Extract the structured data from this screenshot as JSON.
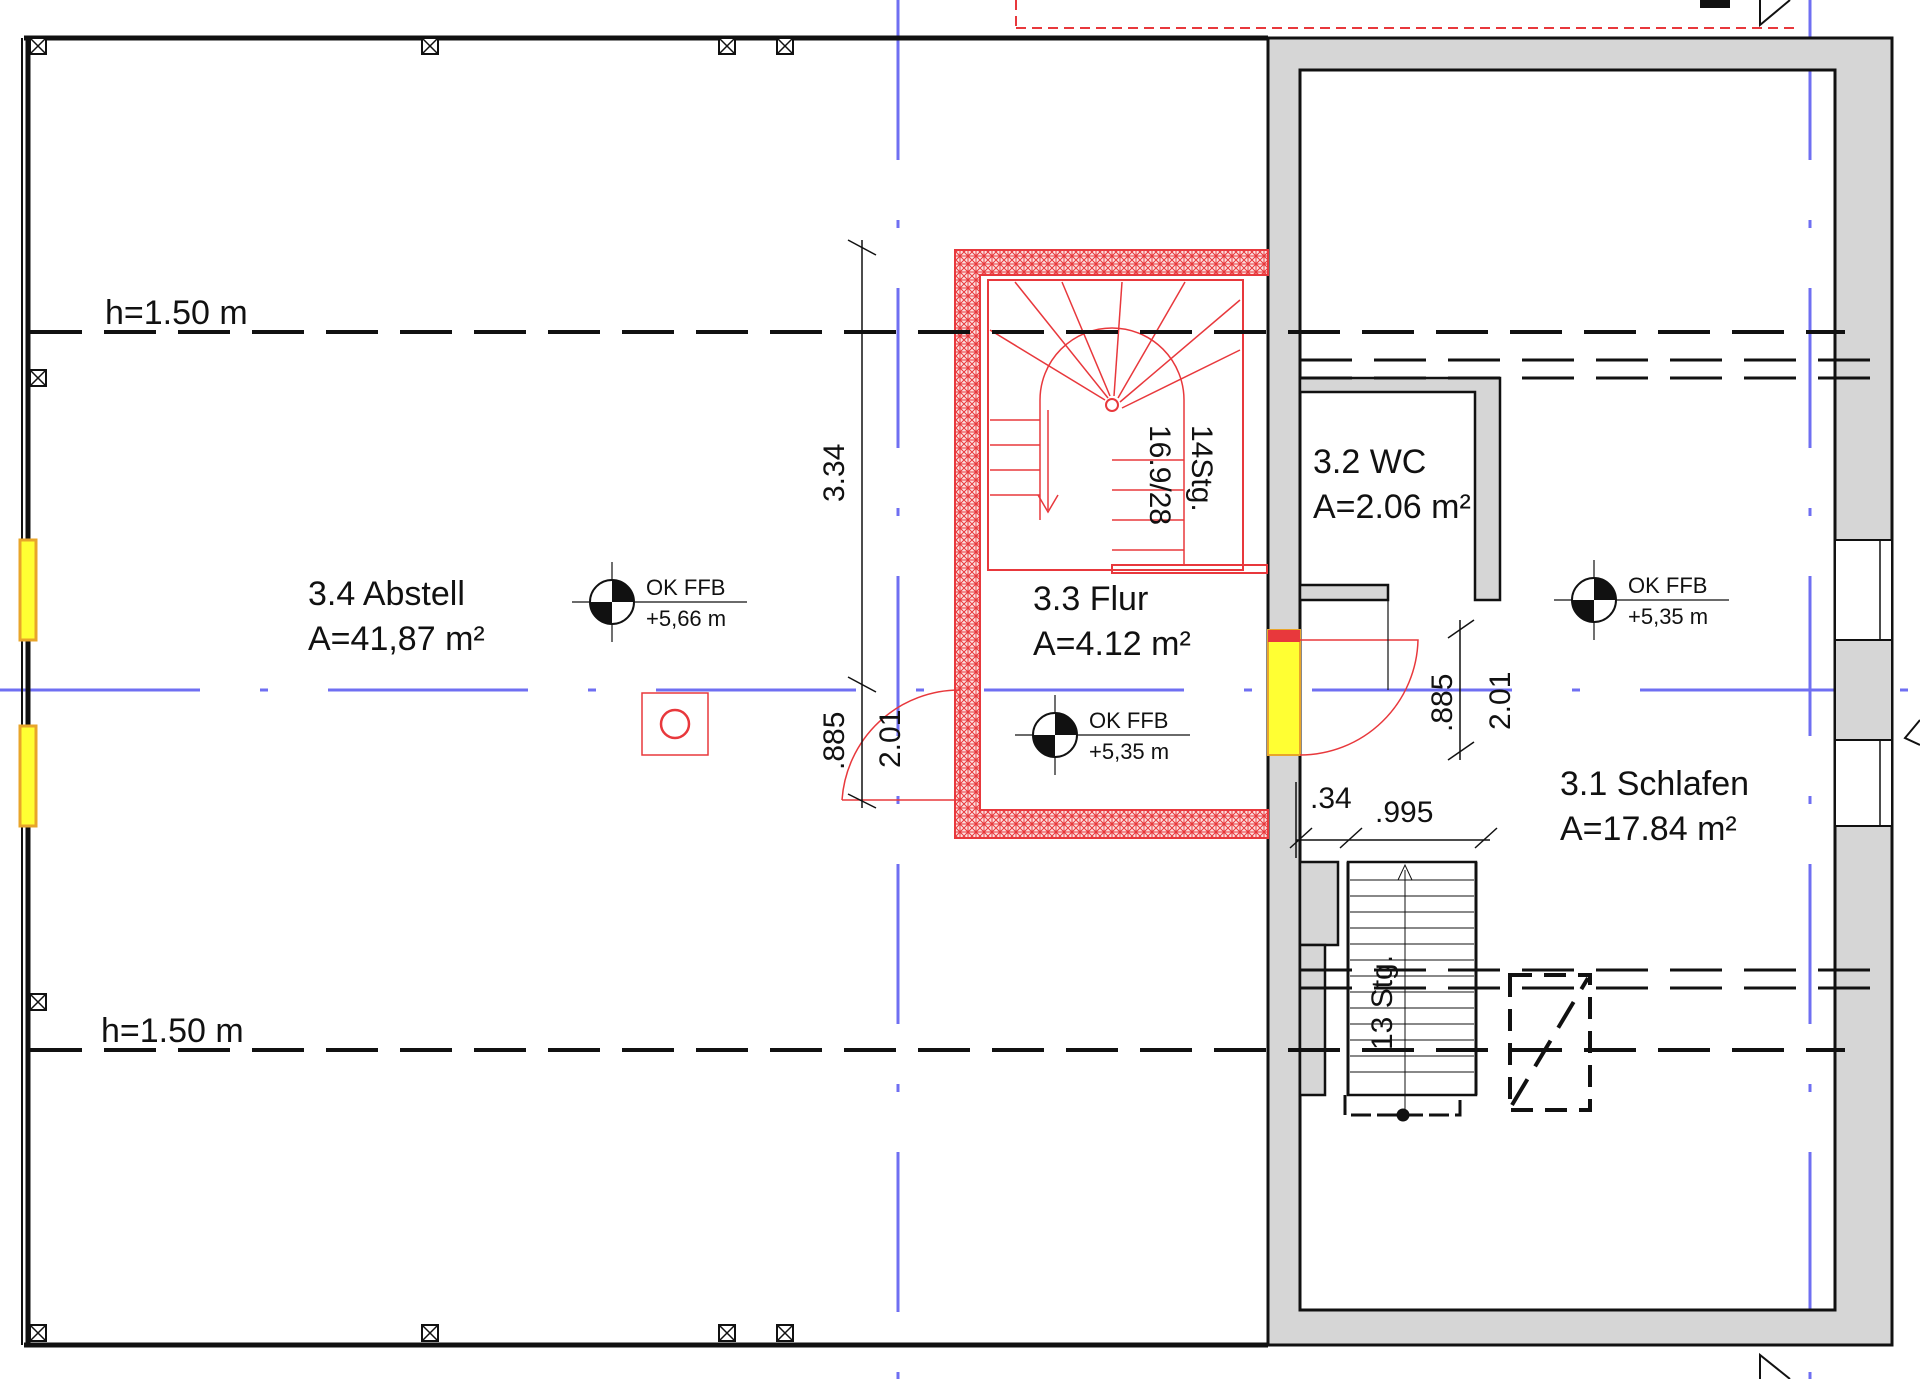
{
  "colors": {
    "wall_fill": "#d6d6d6",
    "line": "#111111",
    "stair_red": "#e8383c",
    "axis_blue": "#6f6ff2",
    "window_yellow": "#ffff33",
    "window_orange": "#e8a52a"
  },
  "rooms": [
    {
      "id": "abstell",
      "name": "3.4 Abstell",
      "area": "A=41,87 m²"
    },
    {
      "id": "flur",
      "name": "3.3 Flur",
      "area": "A=4.12 m²"
    },
    {
      "id": "wc",
      "name": "3.2 WC",
      "area": "A=2.06 m²"
    },
    {
      "id": "schlafen",
      "name": "3.1 Schlafen",
      "area": "A=17.84 m²"
    }
  ],
  "level_markers": [
    {
      "id": "abstell",
      "label": "OK FFB",
      "value": "+5,66 m"
    },
    {
      "id": "flur",
      "label": "OK FFB",
      "value": "+5,35 m"
    },
    {
      "id": "schlafen",
      "label": "OK FFB",
      "value": "+5,35 m"
    }
  ],
  "height_lines": [
    {
      "label": "h=1.50 m"
    },
    {
      "label": "h=1.50 m"
    }
  ],
  "dimensions": {
    "stair_height": "3.34",
    "left_door_885": ".885",
    "left_door_201": "2.01",
    "right_door_885": ".885",
    "right_door_201": "2.01",
    "wall_34": ".34",
    "opening_995": ".995"
  },
  "stairs": {
    "main_steps": "14Stg.",
    "main_ratio": "16.9/28",
    "attic_steps": "13 Stg."
  },
  "icons": [
    "column-marker-icon",
    "level-marker-icon",
    "chimney-icon",
    "north-arrow-icon"
  ]
}
